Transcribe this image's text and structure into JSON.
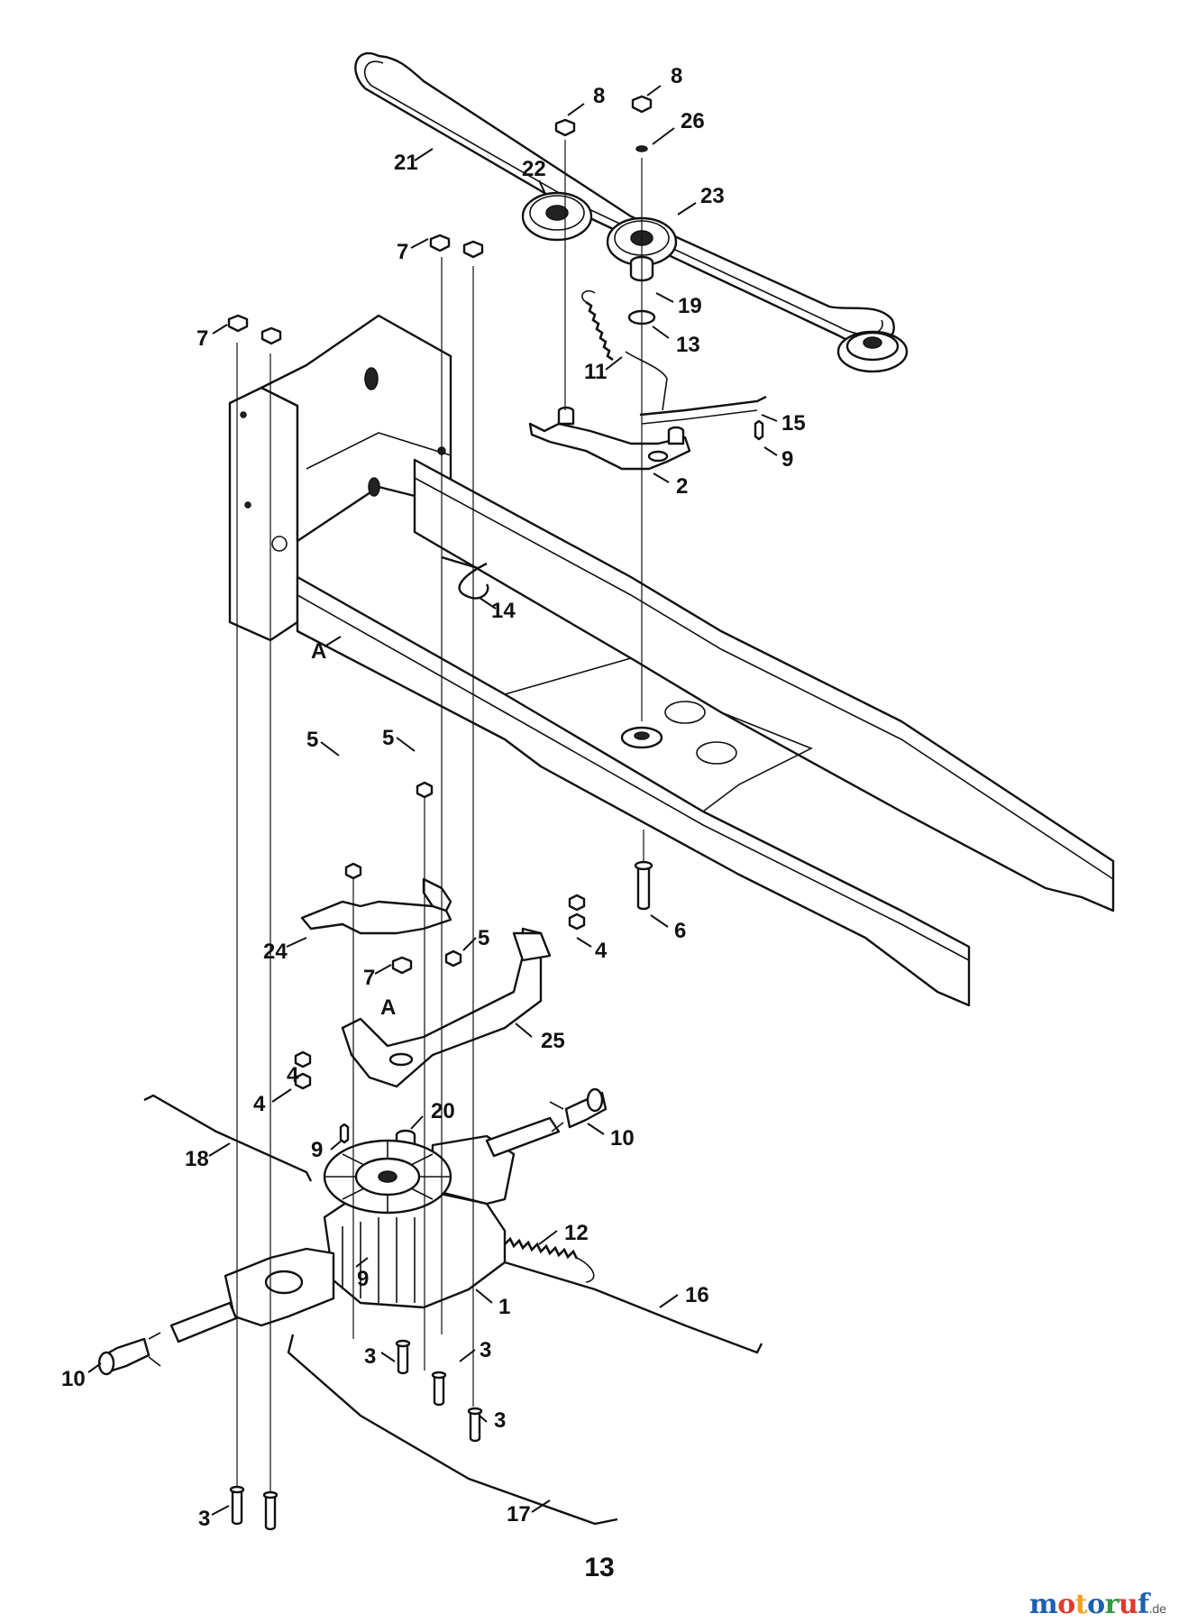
{
  "page_number": "13",
  "watermark": {
    "letters": [
      {
        "ch": "m",
        "color": "#1f5fb0"
      },
      {
        "ch": "o",
        "color": "#e03a2f"
      },
      {
        "ch": "t",
        "color": "#f2a21a"
      },
      {
        "ch": "o",
        "color": "#1f5fb0"
      },
      {
        "ch": "r",
        "color": "#2e9b3f"
      },
      {
        "ch": "u",
        "color": "#e03a2f"
      },
      {
        "ch": "f",
        "color": "#1f5fb0"
      }
    ],
    "suffix": ".de"
  },
  "callouts": [
    "8",
    "8",
    "26",
    "21",
    "22",
    "23",
    "7",
    "7",
    "19",
    "13",
    "11",
    "15",
    "9",
    "2",
    "14",
    "A",
    "5",
    "5",
    "6",
    "4",
    "5",
    "24",
    "7",
    "A",
    "25",
    "4",
    "4",
    "20",
    "10",
    "9",
    "18",
    "12",
    "9",
    "1",
    "16",
    "10",
    "3",
    "3",
    "3",
    "17",
    "3"
  ]
}
